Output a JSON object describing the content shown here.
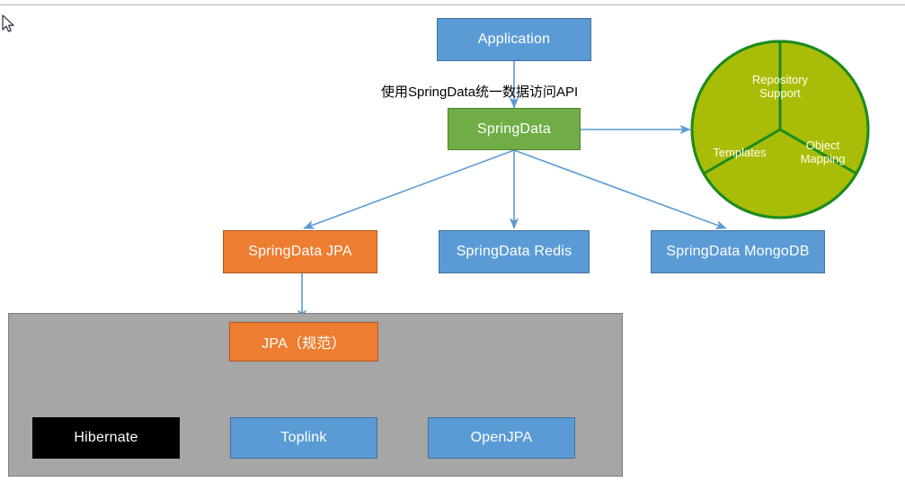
{
  "diagram": {
    "title_text_label": "使用SpringData统一数据访问API",
    "nodes": {
      "application": "Application",
      "springdata": "SpringData",
      "springdata_jpa": "SpringData JPA",
      "springdata_redis": "SpringData Redis",
      "springdata_mongodb": "SpringData MongoDB",
      "jpa_spec": "JPA（规范）",
      "hibernate": "Hibernate",
      "toplink": "Toplink",
      "openjpa": "OpenJPA"
    },
    "pie": {
      "type": "pie",
      "title": "",
      "labels": [
        "Repository Support",
        "Templates",
        "Object Mapping"
      ],
      "values": [
        33.3,
        33.3,
        33.3
      ],
      "slice_text": {
        "repository_support": "Repository\nSupport",
        "templates": "Templates",
        "object_mapping": "Object\nMapping"
      },
      "fill_color": "#A9BD08",
      "border_color": "#1E8B1E",
      "label_color": "#FFFFF0"
    },
    "colors": {
      "blue": "#5B9BD5",
      "blue_border": "#41719C",
      "green": "#70AD47",
      "green_border": "#507E32",
      "orange": "#ED7D31",
      "orange_border": "#AE5A21",
      "black": "#000000",
      "gray_panel": "#A6A6A6",
      "gray_panel_border": "#7F7F7F",
      "arrow": "#5B9BD5",
      "text_on_node": "#FFFFFF",
      "label_text": "#000000"
    },
    "icons": {
      "cursor": "mouse-cursor-icon"
    }
  },
  "chart_data": {
    "type": "pie",
    "title": "",
    "categories": [
      "Repository Support",
      "Templates",
      "Object Mapping"
    ],
    "values": [
      33.3,
      33.3,
      33.3
    ],
    "xlabel": "",
    "ylabel": "",
    "legend": "none",
    "grid": false
  }
}
